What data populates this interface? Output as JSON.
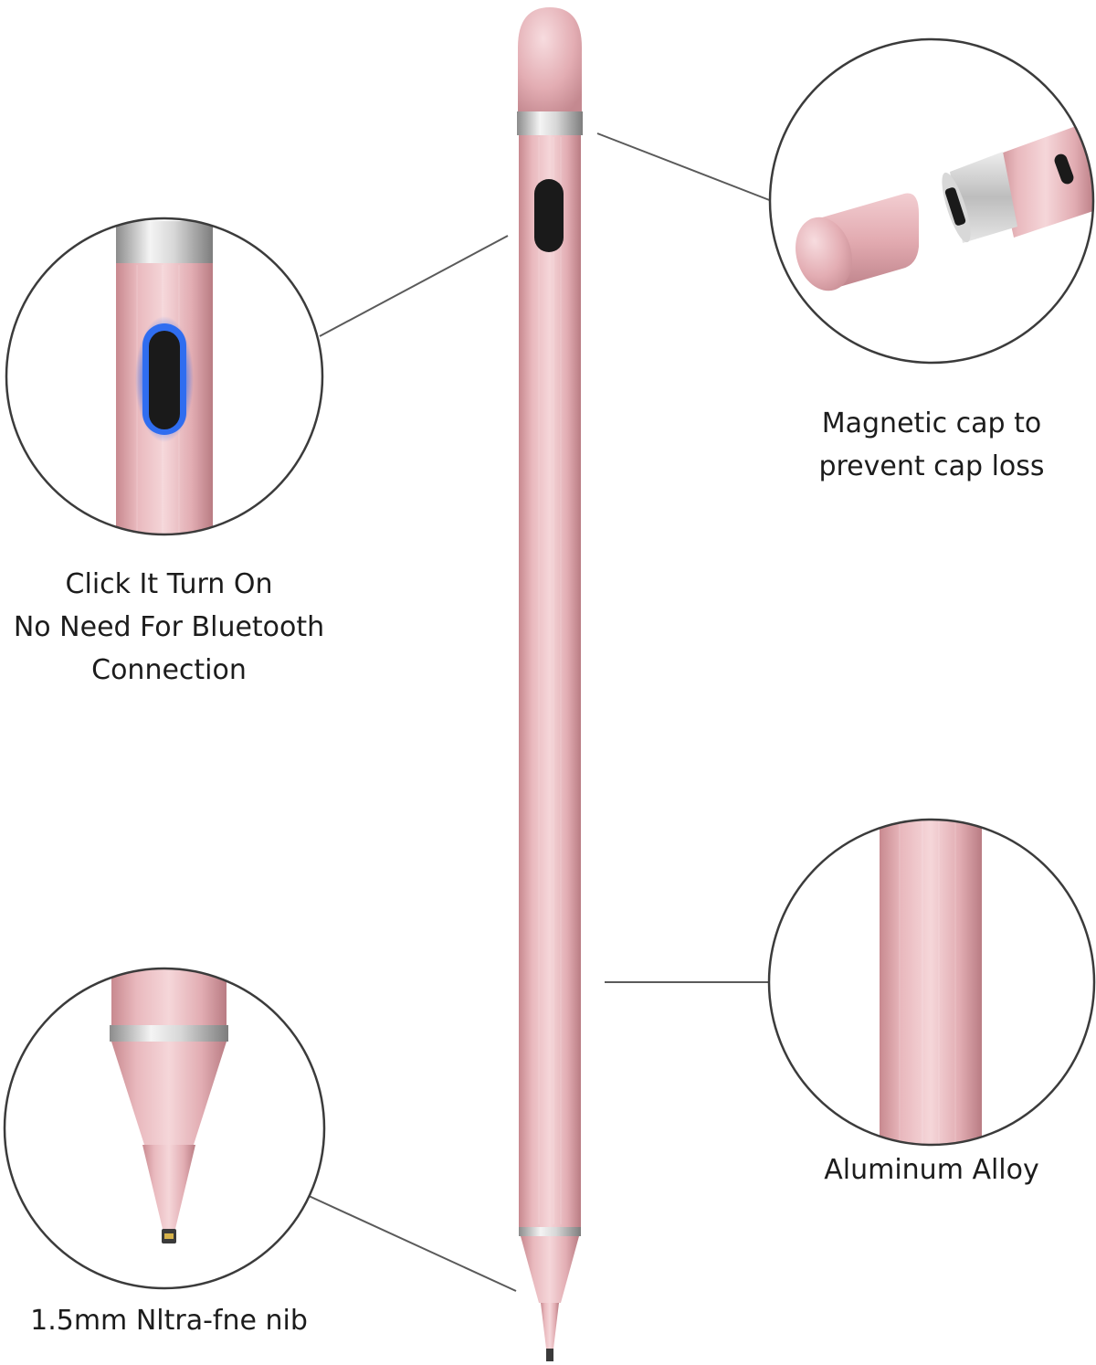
{
  "captions": {
    "power_button": {
      "lines": [
        "Click It Turn On",
        "No Need For Bluetooth",
        "Connection"
      ]
    },
    "magnetic_cap": {
      "lines": [
        "Magnetic cap to",
        "prevent cap loss"
      ]
    },
    "body_material": {
      "lines": [
        "Aluminum Alloy"
      ]
    },
    "nib": {
      "lines": [
        "1.5mm Nltra-fne nib"
      ]
    }
  },
  "colors": {
    "pen_body": "#e5b3b8",
    "pen_highlight": "#f3d2d5",
    "pen_shadow": "#c8898f",
    "silver_ring": "#c9c9c9",
    "button_dark": "#1a1a1a",
    "button_glow": "#2f6df0",
    "circle_outline": "#3b3b3b",
    "leader_line": "#5a5a5a",
    "text": "#1c1c1c"
  },
  "icons": {
    "power_button": "button-icon",
    "cap": "magnetic-cap-icon"
  }
}
